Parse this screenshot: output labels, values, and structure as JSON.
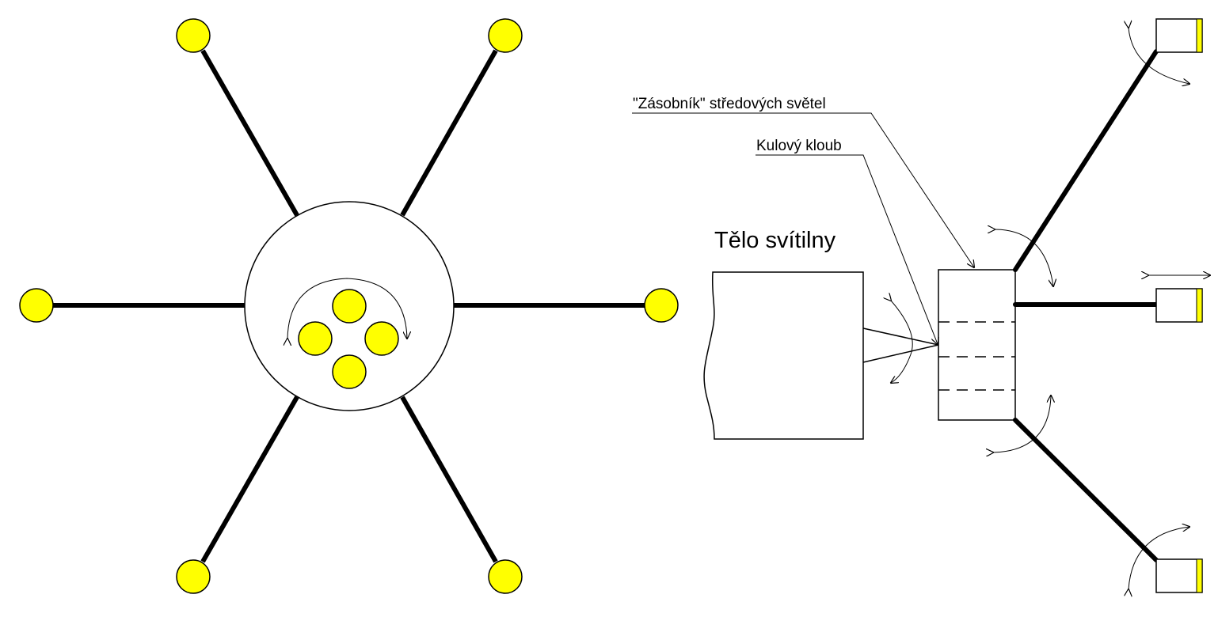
{
  "labels": {
    "title": "Tělo svítilny",
    "joint": "Kulový kloub",
    "storage": "\"Zásobník\" středových světel"
  },
  "colors": {
    "light_fill": "#ffff00",
    "light_stroke": "#000000",
    "line": "#000000",
    "background": "#ffffff"
  }
}
